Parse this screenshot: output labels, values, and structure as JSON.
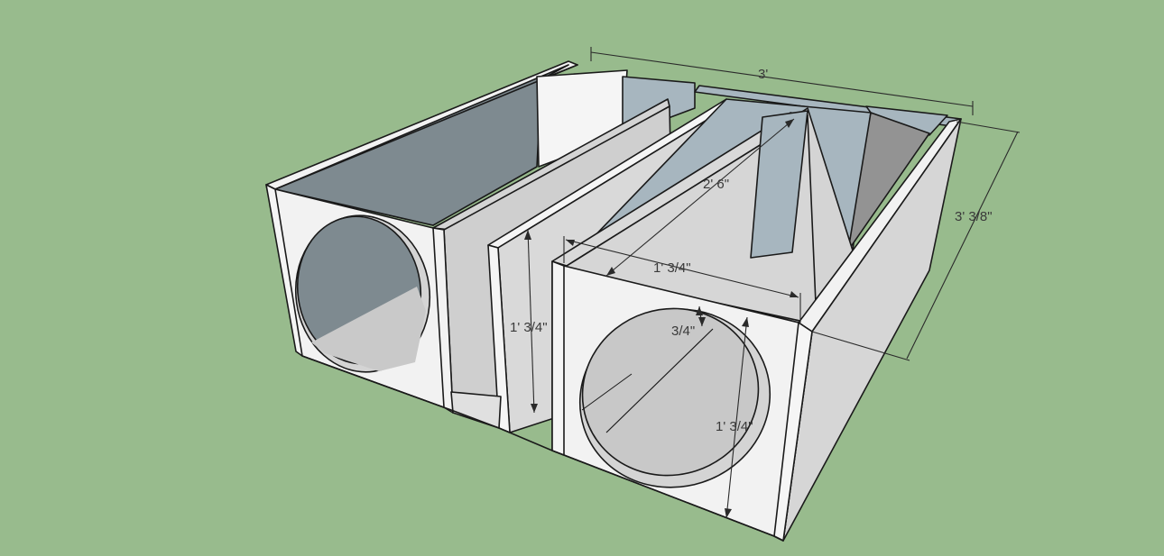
{
  "colors": {
    "background": "#98bb8d",
    "panel_light": "#f2f2f2",
    "panel_mid": "#d4d4d4",
    "panel_shade": "#bdbdbd",
    "panel_dark": "#7e8a90",
    "panel_blue": "#a7b6bf",
    "edge": "#1a1a1a"
  },
  "dimensions": {
    "overall_length": "3'",
    "overall_depth": "3' 3/8\"",
    "port_length": "2' 6\"",
    "chamber_width": "1' 3/4\"",
    "divider_height": "1' 3/4\"",
    "panel_thickness": "3/4\"",
    "front_height": "1' 3/4\""
  }
}
